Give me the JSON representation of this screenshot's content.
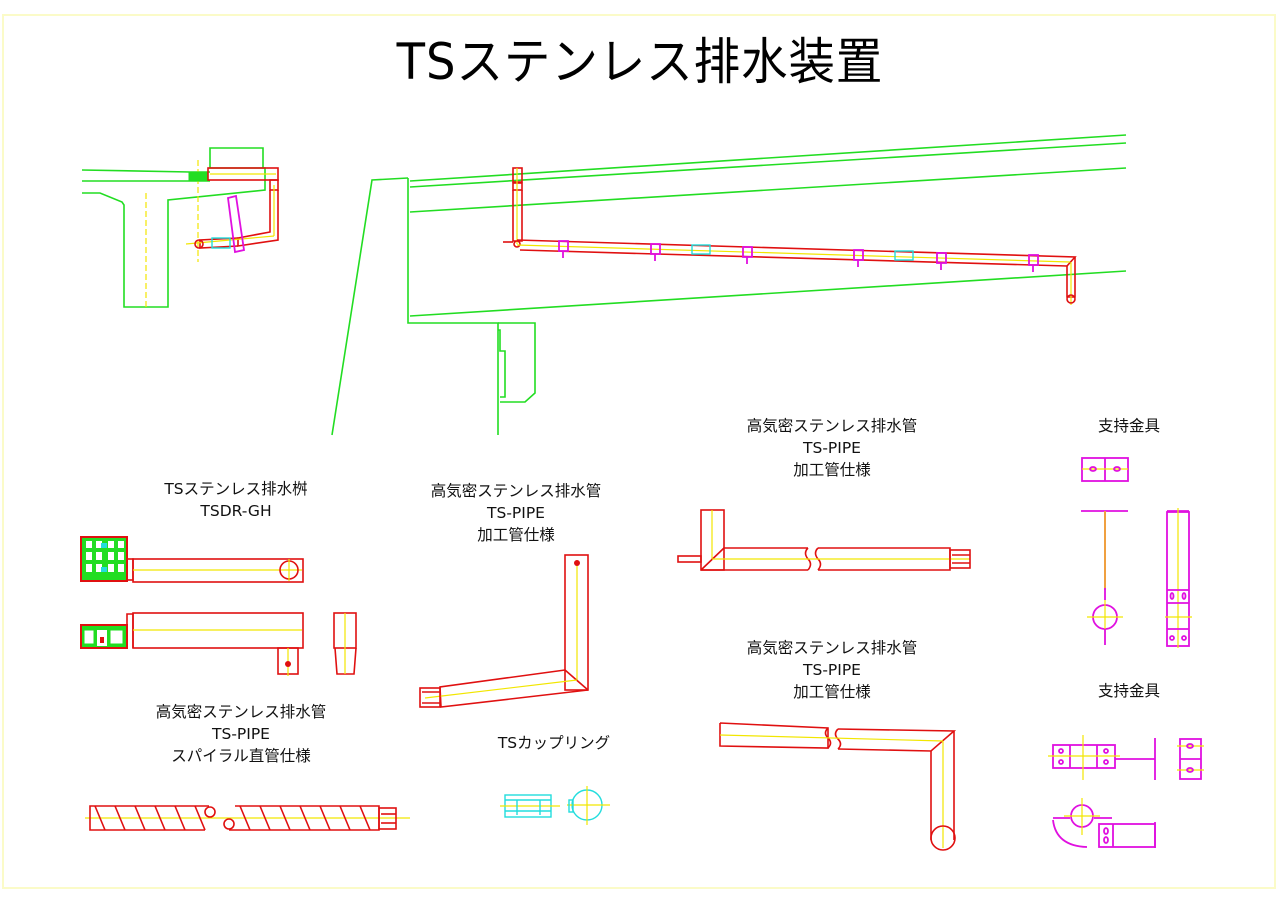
{
  "title": "TSステンレス排水装置",
  "colors": {
    "structure": "#22dd22",
    "pipe": "#e01010",
    "centerline": "#f2e600",
    "bracket": "#e010e0",
    "coupling": "#22dddd",
    "frame": "#fbfbc8"
  },
  "sections": {
    "basin": {
      "line1": "TSステンレス排水桝",
      "line2": "TSDR-GH"
    },
    "pipe_bent_center": {
      "line1": "高気密ステンレス排水管",
      "line2": "TS-PIPE",
      "line3": "加工管仕様"
    },
    "pipe_bent_top_right": {
      "line1": "高気密ステンレス排水管",
      "line2": "TS-PIPE",
      "line3": "加工管仕様"
    },
    "pipe_bent_bottom_right": {
      "line1": "高気密ステンレス排水管",
      "line2": "TS-PIPE",
      "line3": "加工管仕様"
    },
    "pipe_spiral": {
      "line1": "高気密ステンレス排水管",
      "line2": "TS-PIPE",
      "line3": "スパイラル直管仕様"
    },
    "coupling": {
      "line1": "TSカップリング"
    },
    "bracket_top": {
      "line1": "支持金具"
    },
    "bracket_bottom": {
      "line1": "支持金具"
    }
  }
}
